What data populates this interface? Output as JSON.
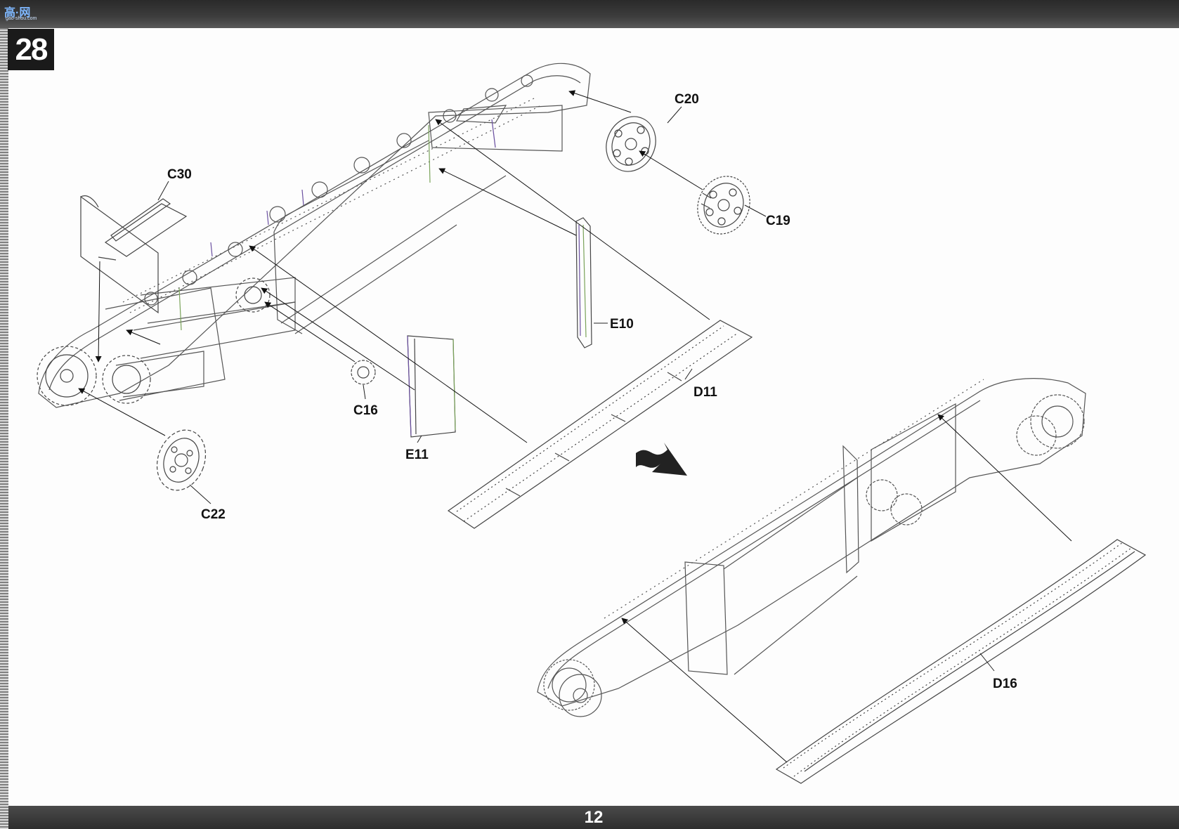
{
  "header": {
    "logo_text": "高·网",
    "logo_sub": "gao-shou.com"
  },
  "step": {
    "number": "28"
  },
  "page": {
    "number": "12"
  },
  "parts": {
    "c20": "C20",
    "c19": "C19",
    "c30": "C30",
    "e10": "E10",
    "d11": "D11",
    "c16": "C16",
    "e11": "E11",
    "c22": "C22",
    "d16": "D16"
  }
}
